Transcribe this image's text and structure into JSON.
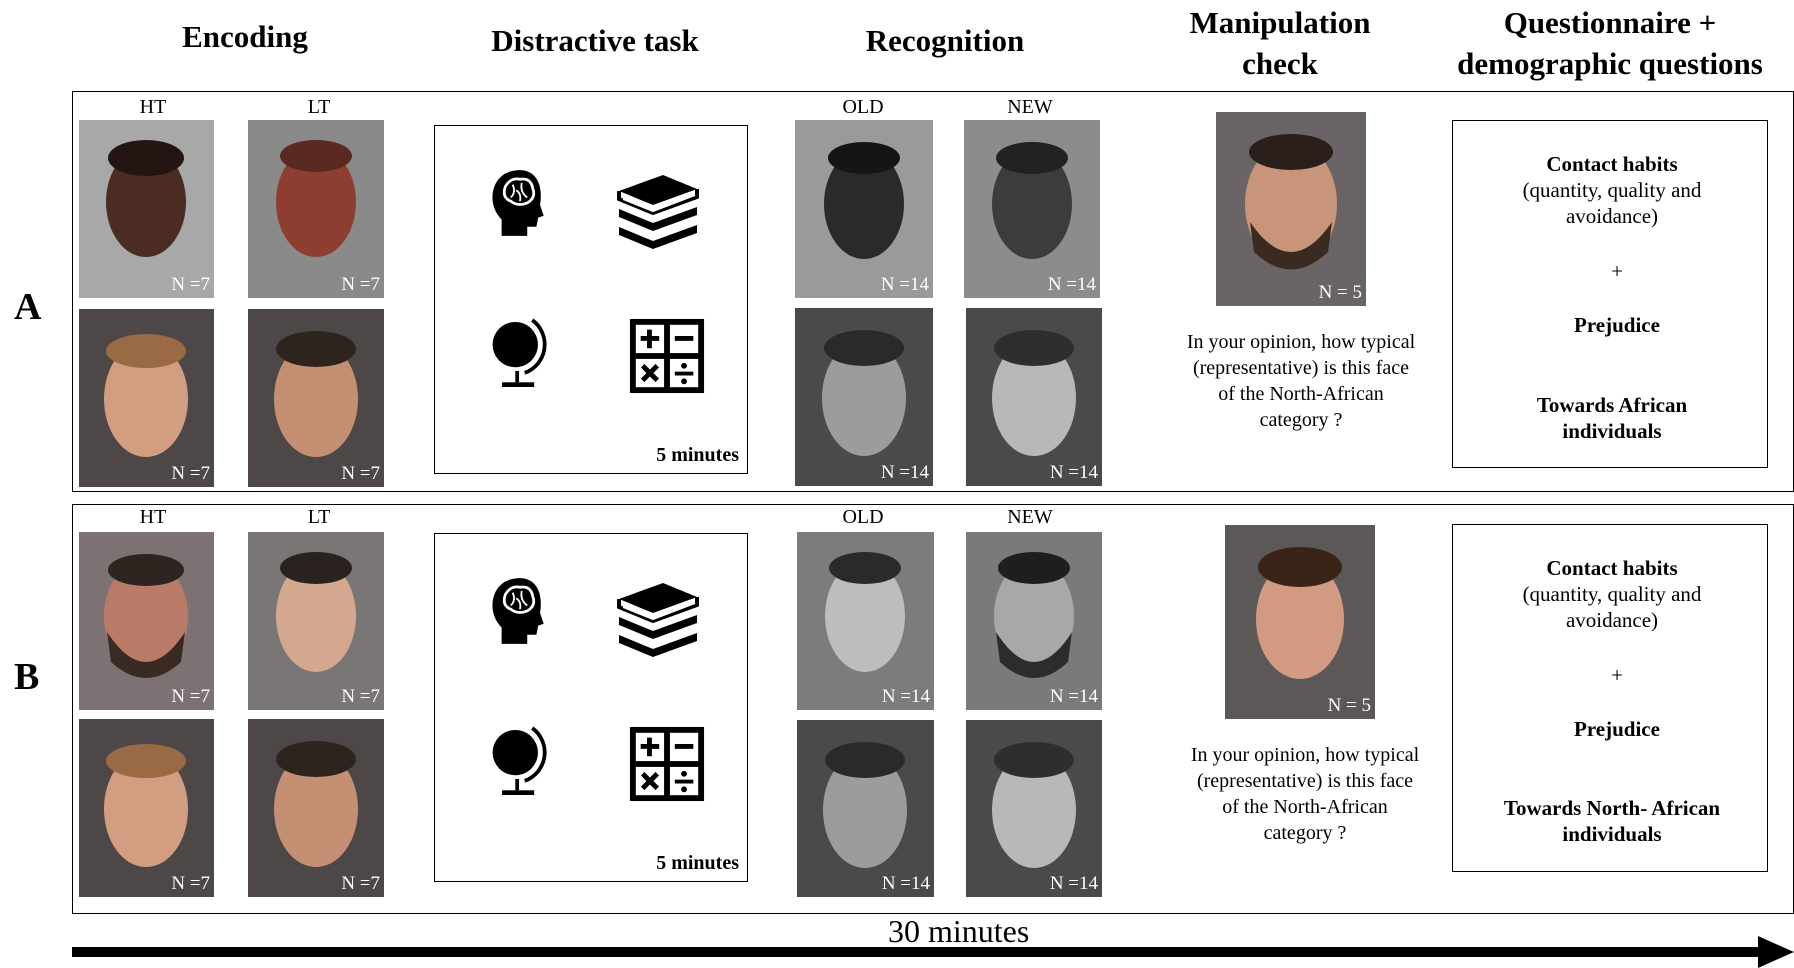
{
  "headers": {
    "encoding": "Encoding",
    "distractive": "Distractive task",
    "recognition": "Recognition",
    "manipulation": "Manipulation check",
    "questionnaire": "Questionnaire + demographic questions"
  },
  "conditions": [
    {
      "label": "A",
      "encoding": {
        "col1": "HT",
        "col2": "LT",
        "counts": [
          "N =7",
          "N =7",
          "N =7",
          "N =7"
        ]
      },
      "distractive": {
        "duration": "5 minutes"
      },
      "recognition": {
        "col1": "OLD",
        "col2": "NEW",
        "counts": [
          "N =14",
          "N =14",
          "N =14",
          "N =14"
        ]
      },
      "manipulation": {
        "count": "N = 5",
        "question": "In your opinion, how typical (representative) is this face of the North-African category ?"
      },
      "questionnaire": {
        "contact_title": "Contact habits",
        "contact_detail": "(quantity, quality and avoidance)",
        "plus": "+",
        "prejudice": "Prejudice",
        "target": "Towards African individuals"
      }
    },
    {
      "label": "B",
      "encoding": {
        "col1": "HT",
        "col2": "LT",
        "counts": [
          "N =7",
          "N =7",
          "N =7",
          "N =7"
        ]
      },
      "distractive": {
        "duration": "5 minutes"
      },
      "recognition": {
        "col1": "OLD",
        "col2": "NEW",
        "counts": [
          "N =14",
          "N =14",
          "N =14",
          "N =14"
        ]
      },
      "manipulation": {
        "count": "N = 5",
        "question": "In your opinion, how typical (representative) is this face of the North-African category ?"
      },
      "questionnaire": {
        "contact_title": "Contact habits",
        "contact_detail": "(quantity, quality and avoidance)",
        "plus": "+",
        "prejudice": "Prejudice",
        "target": "Towards North- African individuals"
      }
    }
  ],
  "timeline": {
    "duration": "30 minutes"
  },
  "icons": [
    "brain-head-icon",
    "books-icon",
    "globe-icon",
    "calculator-icon"
  ]
}
